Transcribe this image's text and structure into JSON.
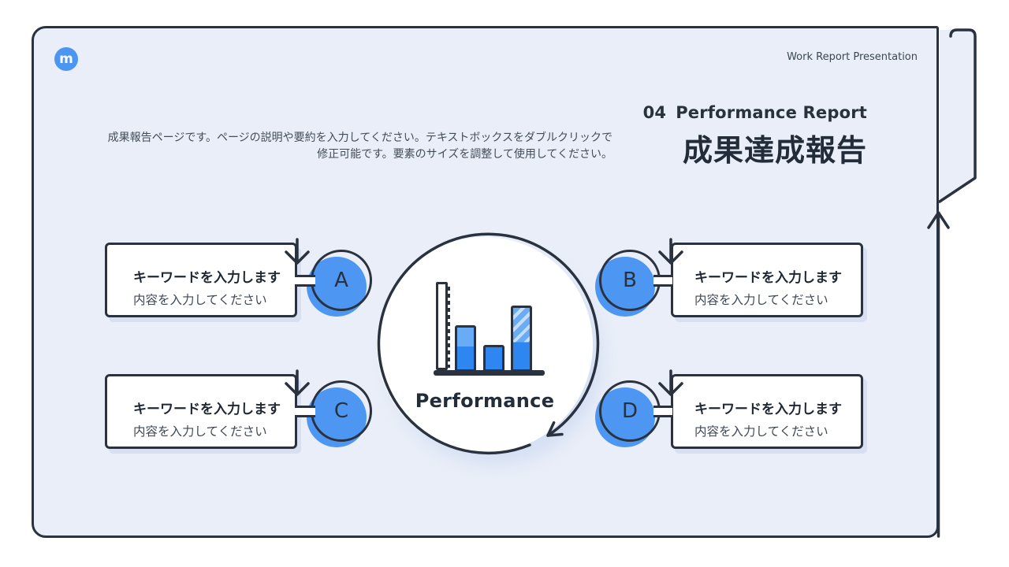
{
  "header": {
    "logo_letter": "m",
    "presentation_label": "Work Report Presentation"
  },
  "title": {
    "number": "04",
    "en": "Performance Report",
    "ja": "成果達成報告"
  },
  "description": {
    "line1": "成果報告ページです。ページの説明や要約を入力してください。テキストボックスをダブルクリックで",
    "line2": "修正可能です。要素のサイズを調整して使用してください。"
  },
  "hub": {
    "label": "Performance",
    "icon": "bar-chart-icon"
  },
  "callouts": [
    {
      "id": "A",
      "side": "left",
      "keyword": "キーワードを入力します",
      "body": "内容を入力してください"
    },
    {
      "id": "B",
      "side": "right",
      "keyword": "キーワードを入力します",
      "body": "内容を入力してください"
    },
    {
      "id": "C",
      "side": "left",
      "keyword": "キーワードを入力します",
      "body": "内容を入力してください"
    },
    {
      "id": "D",
      "side": "right",
      "keyword": "キーワードを入力します",
      "body": "内容を入力してください"
    }
  ],
  "colors": {
    "slide_background": "#E9EEF8",
    "outline_dark": "#2A323F",
    "accent_blue": "#4D97F3",
    "bar_blue": "#2E87F0",
    "bar_light_blue": "#69ABF7",
    "hatch_stripe": "#C4DFFC",
    "text_dark": "#1F2733",
    "text_gray": "#3F4854",
    "logo_blue": "#4C96F2"
  }
}
